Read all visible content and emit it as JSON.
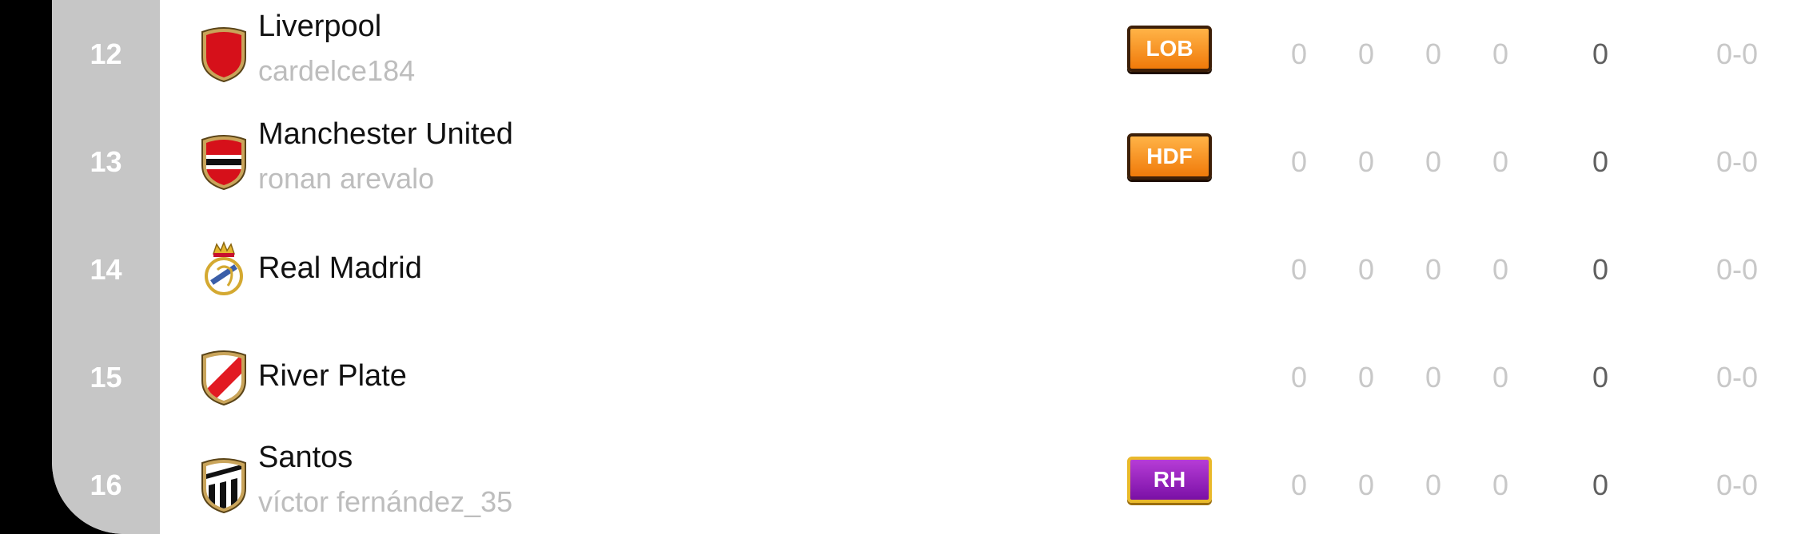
{
  "standings": [
    {
      "rank": "12",
      "team": "Liverpool",
      "manager": "cardelce184",
      "tag": "LOB",
      "tag_color": "orange",
      "stats": [
        "0",
        "0",
        "0",
        "0"
      ],
      "points": "0",
      "goals": "0-0",
      "crest_icon": "liverpool-crest-icon"
    },
    {
      "rank": "13",
      "team": "Manchester United",
      "manager": "ronan arevalo",
      "tag": "HDF",
      "tag_color": "orange",
      "stats": [
        "0",
        "0",
        "0",
        "0"
      ],
      "points": "0",
      "goals": "0-0",
      "crest_icon": "manchester-united-crest-icon"
    },
    {
      "rank": "14",
      "team": "Real Madrid",
      "manager": "",
      "tag": "",
      "tag_color": "",
      "stats": [
        "0",
        "0",
        "0",
        "0"
      ],
      "points": "0",
      "goals": "0-0",
      "crest_icon": "real-madrid-crest-icon"
    },
    {
      "rank": "15",
      "team": "River Plate",
      "manager": "",
      "tag": "",
      "tag_color": "",
      "stats": [
        "0",
        "0",
        "0",
        "0"
      ],
      "points": "0",
      "goals": "0-0",
      "crest_icon": "river-plate-crest-icon"
    },
    {
      "rank": "16",
      "team": "Santos",
      "manager": "víctor fernández_35",
      "tag": "RH",
      "tag_color": "purple",
      "stats": [
        "0",
        "0",
        "0",
        "0"
      ],
      "points": "0",
      "goals": "0-0",
      "crest_icon": "santos-crest-icon"
    }
  ],
  "colors": {
    "rank_strip": "#c6c6c6",
    "tag_orange": "#f59320",
    "tag_purple": "#9a1fc0",
    "muted_text": "#bdbdbd"
  }
}
